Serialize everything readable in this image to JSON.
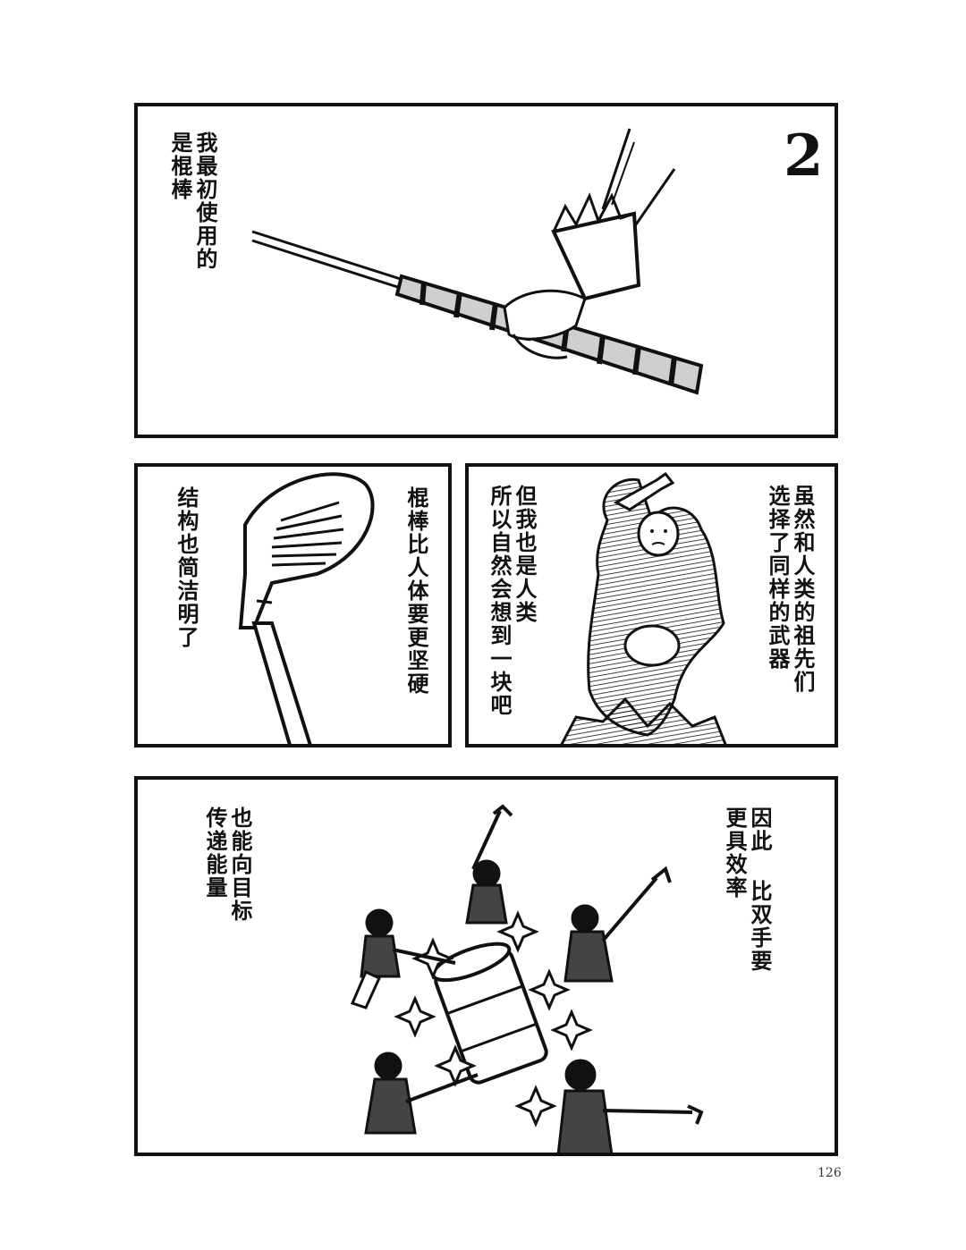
{
  "panels": {
    "p1": {
      "number": "2",
      "caption": [
        "我最初使用的",
        "是棍棒"
      ]
    },
    "p2": {
      "caption_right": [
        "棍棒比人体要更坚硬"
      ],
      "caption_left": [
        "结构也简洁明了"
      ]
    },
    "p3": {
      "caption_right": [
        "虽然和人类的祖先们",
        "选择了同样的武器"
      ],
      "caption_left": [
        "但我也是人类",
        "所以自然会想到一块吧"
      ]
    },
    "p4": {
      "caption_right": [
        "因此 比双手要",
        "更具效率"
      ],
      "caption_left": [
        "也能向目标",
        "传递能量"
      ]
    }
  },
  "page_number": "126"
}
